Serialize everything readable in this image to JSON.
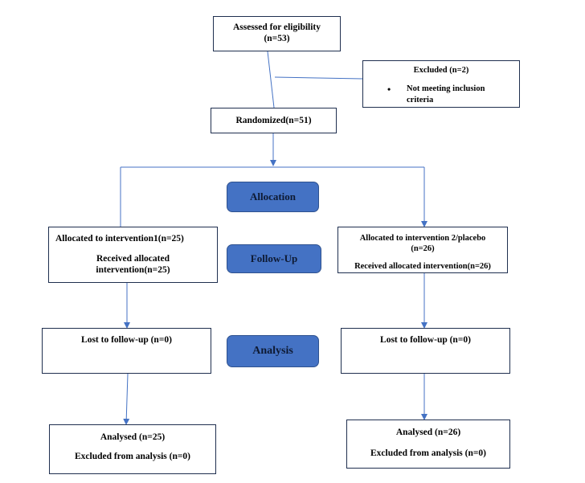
{
  "assessed": {
    "line1": "Assessed for eligibility",
    "line2": "(n=53)"
  },
  "excluded": {
    "title": "Excluded (n=2)",
    "reason_line1": "Not meeting inclusion",
    "reason_line2": "criteria"
  },
  "randomized": {
    "label": "Randomized(n=51)"
  },
  "stages": {
    "allocation": "Allocation",
    "follow_up": "Follow-Up",
    "analysis": "Analysis"
  },
  "left_arm": {
    "allocated": "Allocated to intervention1(n=25)",
    "received_line1": "Received allocated",
    "received_line2": "intervention(n=25)",
    "lost": "Lost to follow-up (n=0)",
    "analysed": "Analysed (n=25)",
    "excluded_analysis": "Excluded from analysis (n=0)"
  },
  "right_arm": {
    "allocated_line1": "Allocated to intervention 2/placebo",
    "allocated_line2": "(n=26)",
    "received": "Received allocated intervention(n=26)",
    "lost": "Lost to follow-up (n=0)",
    "analysed": "Analysed (n=26)",
    "excluded_analysis": "Excluded from analysis (n=0)"
  },
  "colors": {
    "stage_fill": "#4472c4",
    "connector": "#4472c4",
    "box_border": "#1f2f4f"
  }
}
